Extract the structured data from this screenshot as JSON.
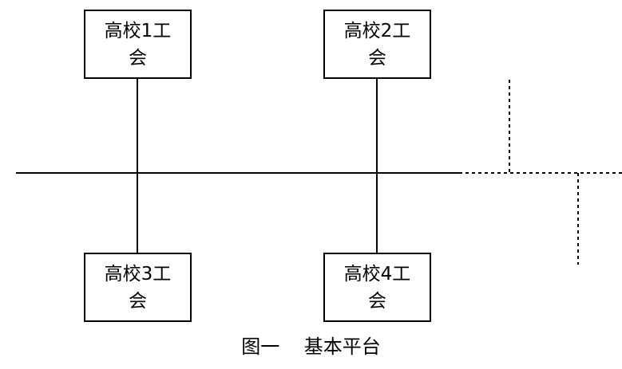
{
  "nodes": [
    {
      "label": "高校1工会"
    },
    {
      "label": "高校2工会"
    },
    {
      "label": "高校3工会"
    },
    {
      "label": "高校4工会"
    }
  ],
  "caption": "图一    基本平台"
}
